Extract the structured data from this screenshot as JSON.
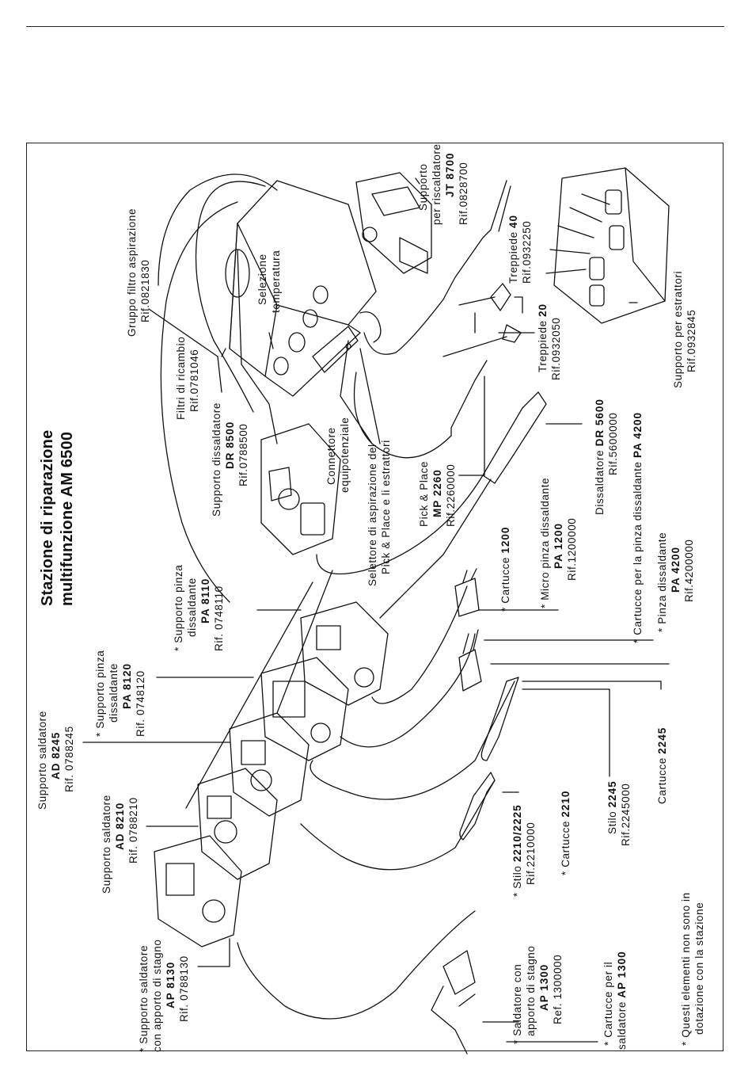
{
  "title": {
    "line1": "Stazione di riparazione",
    "line2": "multifunzione AM 6500"
  },
  "labels": {
    "gruppo_filtro": {
      "l1": "Gruppo filtro aspirazione",
      "l2": "Rif.0821830"
    },
    "selezione": {
      "l1": "Selezione",
      "l2": "temperatura"
    },
    "supporto_risc": {
      "l1": "Supporto",
      "l2": "per riscaldatore",
      "l3": "JT 8700",
      "l4": "Rif.0828700"
    },
    "treppiede40": {
      "l1": "Treppiede ",
      "l1b": "40",
      "l2": "Rif.0932250"
    },
    "treppiede20": {
      "l1": "Treppiede ",
      "l1b": "20",
      "l2": "Rif.0932050"
    },
    "filtri": {
      "l1": "Filtri di ricambio",
      "l2": "Rif.0781046"
    },
    "supp_dr": {
      "l1": "Supporto dissaldatore",
      "l2": "DR 8500",
      "l3": "Rif.0788500"
    },
    "connettore": {
      "l1": "Connettore",
      "l2": "equipotenziale"
    },
    "selettore": {
      "l1": "Selettore di aspirazione del",
      "l2": "Pick & Place e li estrattori"
    },
    "pickplace": {
      "l1": "Pick & Place",
      "l2": "MP 2260",
      "l3": "Rif.2260000"
    },
    "dr5600": {
      "l1": "Dissaldatore ",
      "l1b": "DR 5600",
      "l2": "Rif.5600000"
    },
    "supp_estr": {
      "l1": "Supporto per estrattori",
      "l2": "Rif.0932845"
    },
    "cart_pa4200": {
      "l1": "* Cartucce per la pinza dissaldante ",
      "l1b": "PA 4200"
    },
    "micro_pinza": {
      "l1": "* Micro pinza dissaldante",
      "l2": "PA 1200",
      "l3": "Rif.1200000"
    },
    "cart1200": {
      "l1": "* Cartucce  ",
      "l1b": "1200"
    },
    "pinza4200": {
      "l1": "* Pinza dissaldante",
      "l2": "PA  4200",
      "l3": "Rif.4200000"
    },
    "supp_pa8110": {
      "l1": "* Supporto  pinza",
      "l2": "dissaldante",
      "l3": "PA 8110",
      "l4": "Rif.  0748110"
    },
    "supp_pa8120": {
      "l1": "* Supporto  pinza",
      "l2": "dissaldante",
      "l3": "PA 8120",
      "l4": "Rif.  0748120"
    },
    "supp_ad8245": {
      "l1": "Supporto  saldatore",
      "l2": "AD  8245",
      "l3": "Rif.  0788245"
    },
    "supp_ad8210": {
      "l1": "Supporto  saldatore",
      "l2": "AD  8210",
      "l3": "Rif.  0788210"
    },
    "supp_ap8130": {
      "l1": "* Supporto  saldatore",
      "l2": "con apporto di stagno",
      "l3": "AP  8130",
      "l4": "Rif.  0788130"
    },
    "cart2245": {
      "l1": "Cartucce ",
      "l1b": "2245"
    },
    "stilo2245": {
      "l1": "Stilo ",
      "l1b": "2245",
      "l2": "Rif.2245000"
    },
    "cart2210": {
      "l1": "* Cartucce ",
      "l1b": "2210"
    },
    "stilo2210": {
      "l1": "* Stilo ",
      "l1b": "2210/2225",
      "l2": "Rif.2210000"
    },
    "saldatore_ap": {
      "l1": "* Saldatore con",
      "l2": "apporto di stagno",
      "l3": "AP  1300",
      "l4": "Ref.  1300000"
    },
    "cart_ap1300": {
      "l1": "* Cartucce per il",
      "l2": "saldatore ",
      "l2b": "AP 1300"
    },
    "note": {
      "l1": "* Questi elementi non sono in",
      "l2": "dotazione con la stazione"
    }
  }
}
